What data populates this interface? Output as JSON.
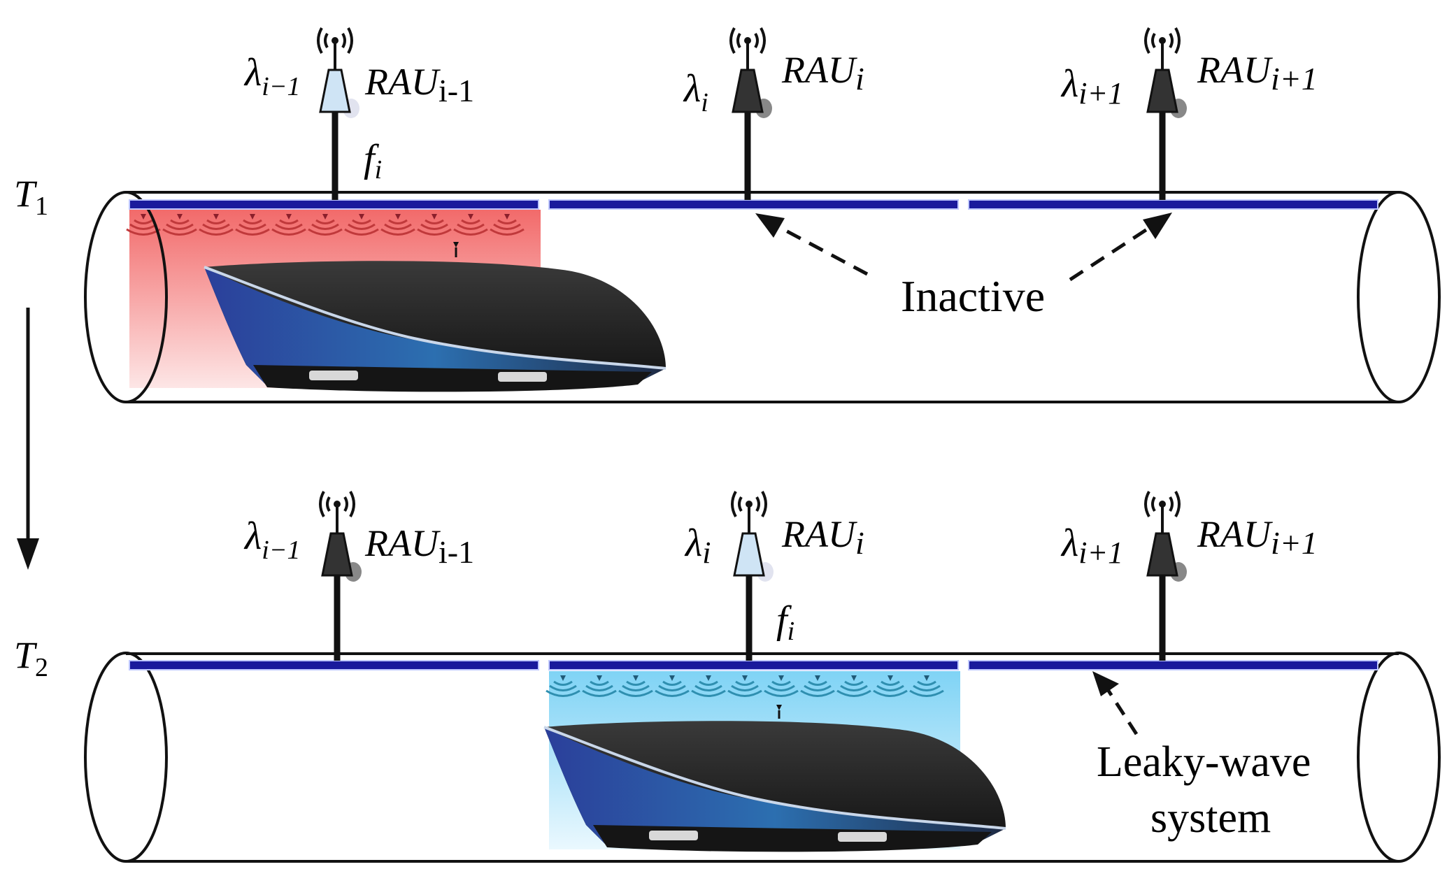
{
  "colors": {
    "strip": "#1a1a9c",
    "tube": "#111111",
    "active_red": "#f26a6a",
    "active_blue": "#7fd3f5",
    "wave_red": "#c0393b",
    "wave_blue": "#2f8fb0",
    "antenna_dark": "#333333",
    "antenna_light": "#cfe4f5"
  },
  "labels": {
    "t1": "T",
    "t1_sub": "1",
    "t2": "T",
    "t2_sub": "2",
    "inactive": "Inactive",
    "leaky_line1": "Leaky-wave",
    "leaky_line2": "system",
    "freq": "f",
    "freq_sub": "i"
  },
  "panels": [
    {
      "id": "T1",
      "active_index": 0,
      "rau": [
        {
          "lambda_sub": "i−1",
          "name": "RAU",
          "name_sub": "i-1",
          "state": "active"
        },
        {
          "lambda_sub": "i",
          "name": "RAU",
          "name_sub": "i",
          "state": "inactive"
        },
        {
          "lambda_sub": "i+1",
          "name": "RAU",
          "name_sub": "i+1",
          "state": "inactive"
        }
      ]
    },
    {
      "id": "T2",
      "active_index": 1,
      "rau": [
        {
          "lambda_sub": "i−1",
          "name": "RAU",
          "name_sub": "i-1",
          "state": "inactive"
        },
        {
          "lambda_sub": "i",
          "name": "RAU",
          "name_sub": "i",
          "state": "active"
        },
        {
          "lambda_sub": "i+1",
          "name": "RAU",
          "name_sub": "i+1",
          "state": "inactive"
        }
      ]
    }
  ],
  "symbols": {
    "lambda": "λ"
  }
}
